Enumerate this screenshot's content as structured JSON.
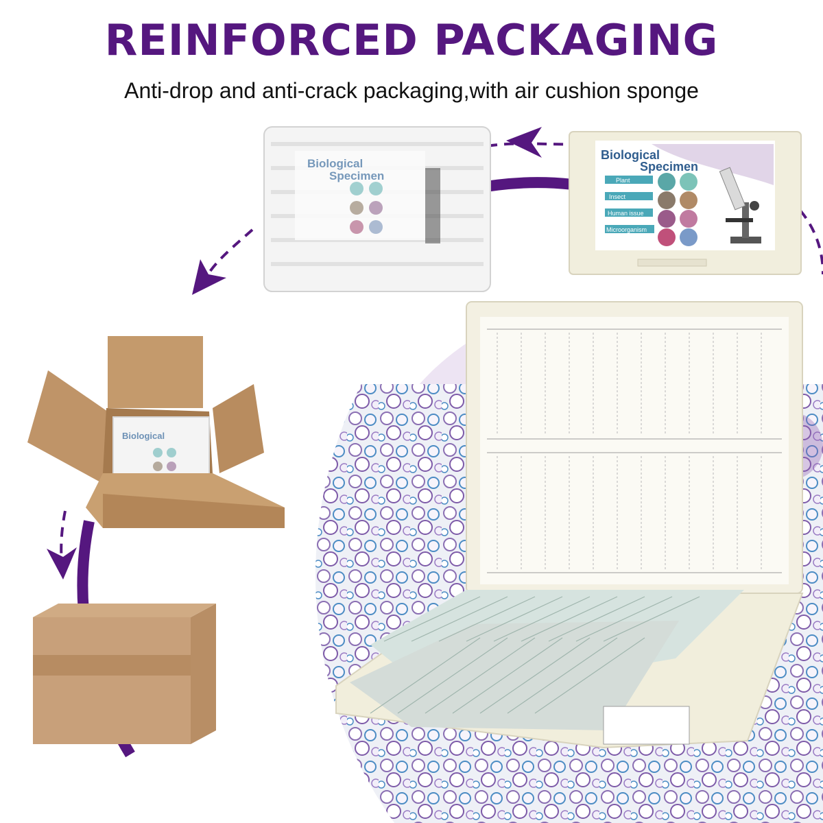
{
  "header": {
    "title": "REINFORCED PACKAGING",
    "subtitle": "Anti-drop and anti-crack packaging,with air cushion sponge"
  },
  "product_label": {
    "title_line1": "Biological",
    "title_line2": "Specimen",
    "categories": [
      "Plant",
      "Insect",
      "Human issue",
      "Microorganism"
    ]
  },
  "colors": {
    "accent": "#55177f",
    "lavender": "#ede4f3",
    "cardboard": "#c49a6c",
    "case": "#f3f0e2"
  },
  "icons": [
    "arrowhead-icon",
    "microscope-icon"
  ]
}
